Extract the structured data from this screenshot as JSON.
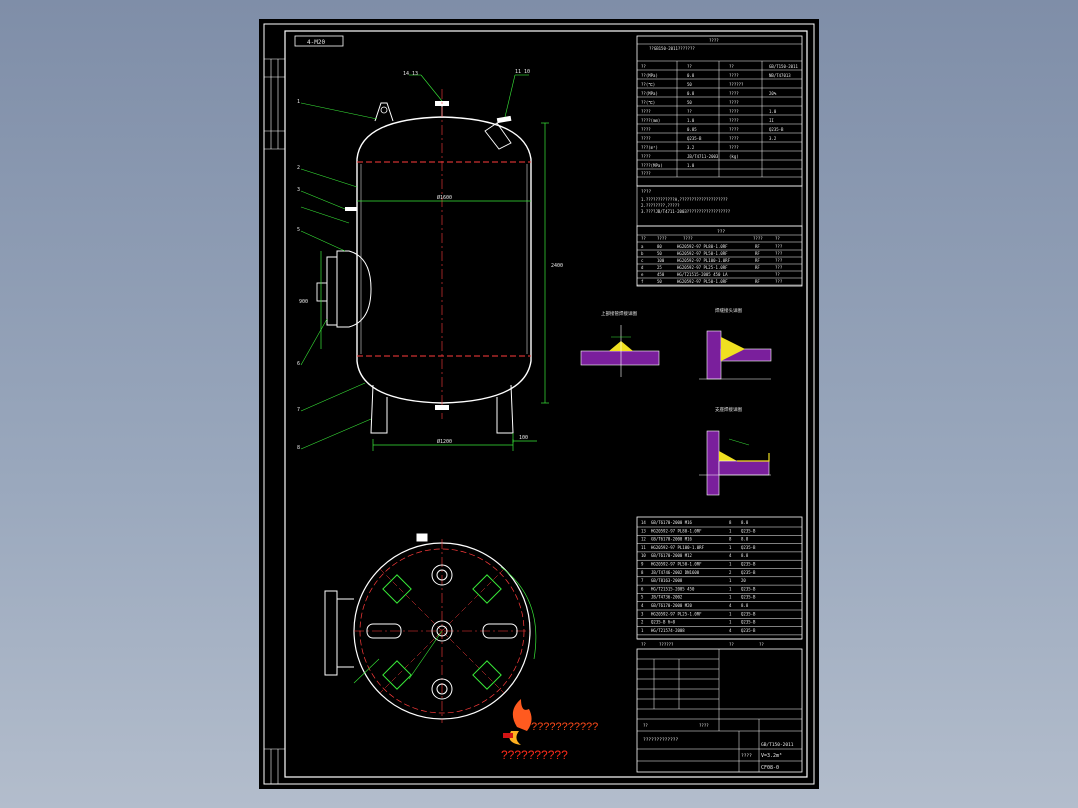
{
  "drawing": {
    "corner_tag": "4-M20",
    "dim_width": "Ø1600",
    "dim_base": "Ø1200",
    "dim_height": "2400",
    "dim_nozzle": "900",
    "dim_leg": "100",
    "logo_text": "???????????",
    "logo_subtext": "??????????",
    "detail_titles": [
      "上部接管焊接详图",
      "焊缝接头详图",
      "支座焊接详图"
    ],
    "notes": [
      "1.????????????A,????????????????????",
      "2.????????,?????",
      "3.????JB/T4711-2003??????????????????"
    ],
    "nozzle_table": [
      [
        "a",
        "80",
        "HG20592-97 PL80-1.0RF",
        "RF",
        "???"
      ],
      [
        "b",
        "50",
        "HG20592-97 PL50-1.0RF",
        "RF",
        "???"
      ],
      [
        "c",
        "100",
        "HG20592-97 PL100-1.0RF",
        "RF",
        "???"
      ],
      [
        "d",
        "25",
        "HG20592-97 PL25-1.0RF",
        "RF",
        "???"
      ],
      [
        "e",
        "450",
        "HG/T21515-2005 450 LA",
        "",
        "??"
      ],
      [
        "f",
        "50",
        "HG20592-97 PL50-1.0RF",
        "RF",
        "???"
      ]
    ],
    "bom": [
      [
        "14",
        "GB/T6170-2000 M16",
        "8",
        "8.8"
      ],
      [
        "13",
        "HG20592-97 PL80-1.0RF",
        "1",
        "Q235-B"
      ],
      [
        "12",
        "GB/T6170-2000 M16",
        "8",
        "8.8"
      ],
      [
        "11",
        "HG20592-97 PL100-1.0RF",
        "1",
        "Q235-B"
      ],
      [
        "10",
        "GB/T6170-2000 M12",
        "4",
        "8.8"
      ],
      [
        "9",
        "HG20592-97 PL50-1.0RF",
        "1",
        "Q235-B"
      ],
      [
        "8",
        "JB/T4746-2002 DN1600",
        "2",
        "Q235-B"
      ],
      [
        "7",
        "GB/T8163-2008",
        "1",
        "20"
      ],
      [
        "6",
        "HG/T21515-2005 450",
        "1",
        "Q235-B"
      ],
      [
        "5",
        "JB/T4736-2002",
        "1",
        "Q235-B"
      ],
      [
        "4",
        "GB/T6170-2000 M20",
        "4",
        "8.8"
      ],
      [
        "3",
        "HG20592-97 PL25-1.0RF",
        "1",
        "Q235-B"
      ],
      [
        "2",
        "Q235-B δ=8",
        "1",
        "Q235-B"
      ],
      [
        "1",
        "HG/T21574-2008",
        "4",
        "Q235-B"
      ]
    ],
    "title_block": {
      "company": "?????????????",
      "volume": "V=3.2m³",
      "drawing_no": "CF08-0",
      "standard": "GB/T150-2011"
    }
  }
}
